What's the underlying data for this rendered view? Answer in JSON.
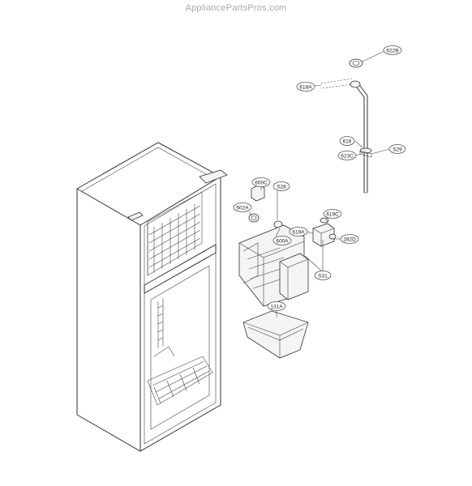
{
  "watermark": "AppliancePartsPros.com",
  "callouts": {
    "c622B": "622B",
    "c618A": "618A",
    "c616": "616",
    "c623C": "623C",
    "c529": "S29",
    "c600C": "600C",
    "c528": "S28",
    "c602A": "602A",
    "c619C": "619C",
    "c619A": "619A",
    "c600A": "600A",
    "c282D": "282D",
    "c531": "S31",
    "c131A": "131A"
  }
}
